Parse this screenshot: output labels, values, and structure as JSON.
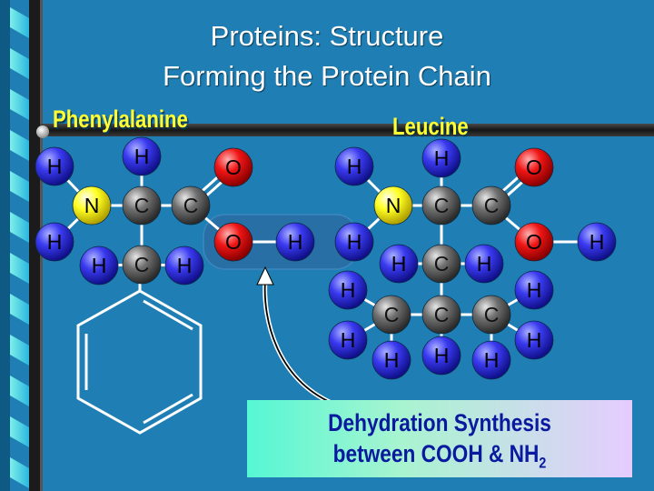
{
  "slide": {
    "title_line1": "Proteins: Structure",
    "title_line2": "Forming the Protein Chain"
  },
  "molecules": {
    "phenylalanine": {
      "name": "Phenylalanine",
      "atoms": {
        "h_top": "H",
        "h_left_top": "H",
        "n": "N",
        "c_alpha": "C",
        "c_carboxyl": "C",
        "o_double": "O",
        "o_hydroxyl": "O",
        "h_hydroxyl": "H",
        "h_left_bottom": "H",
        "c_side": "C",
        "h_side_left": "H",
        "h_side_right": "H"
      }
    },
    "leucine": {
      "name": "Leucine",
      "atoms": {
        "h_left_top": "H",
        "h_top": "H",
        "o_double": "O",
        "n": "N",
        "c_alpha": "C",
        "c_carboxyl": "C",
        "h_left_bottom": "H",
        "o_hydroxyl": "O",
        "h_hydroxyl": "H",
        "h_ch2_left": "H",
        "c_ch2": "C",
        "h_ch2_right": "H",
        "h_c3_top": "H",
        "h_c5_top": "H",
        "c_3": "C",
        "c_4": "C",
        "c_5": "C",
        "h_c3_left": "H",
        "h_c5_right": "H",
        "h_bottom_1": "H",
        "h_bottom_2": "H",
        "h_bottom_3": "H"
      }
    }
  },
  "caption": {
    "line1": "Dehydration Synthesis",
    "line2_prefix": "between COOH & NH",
    "line2_subscript": "2"
  },
  "colors": {
    "background": "#1f7fb4",
    "title": "#ffffff",
    "molecule_name": "#ffff33",
    "caption_text": "#0a1a9e",
    "hydrogen": "#3a3af0",
    "carbon": "#707070",
    "nitrogen": "#ffff22",
    "oxygen": "#f01515"
  }
}
